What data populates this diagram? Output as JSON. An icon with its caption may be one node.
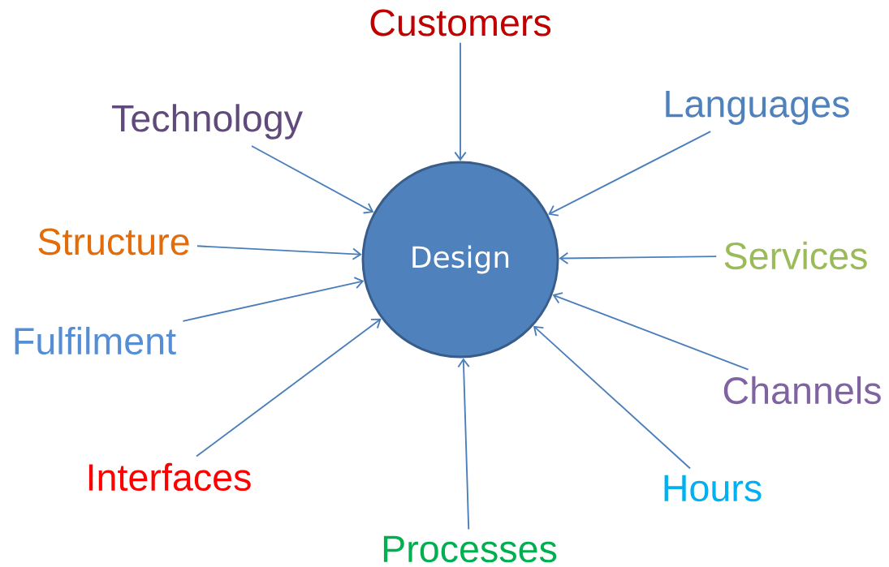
{
  "diagram": {
    "nodes": [
      {
        "text": [
          "Customers"
        ]
      },
      {
        "text": [
          "Technology"
        ]
      },
      {
        "text": [
          "Languages"
        ]
      },
      {
        "text": [
          "Structure"
        ]
      },
      {
        "text": [
          "Design"
        ]
      },
      {
        "text": [
          "Services"
        ]
      },
      {
        "text": [
          "Fulfilment"
        ]
      },
      {
        "text": [
          "Channels"
        ]
      },
      {
        "text": [
          "Interfaces"
        ]
      },
      {
        "text": [
          "Hours"
        ]
      },
      {
        "text": [
          "Processes"
        ]
      }
    ],
    "edges": [
      {
        "from": 0,
        "to": 4,
        "arrow": "to"
      },
      {
        "from": 1,
        "to": 4,
        "arrow": "to"
      },
      {
        "from": 2,
        "to": 4,
        "arrow": "to"
      },
      {
        "from": 3,
        "to": 4,
        "arrow": "to"
      },
      {
        "from": 5,
        "to": 4,
        "arrow": "to"
      },
      {
        "from": 6,
        "to": 4,
        "arrow": "to"
      },
      {
        "from": 7,
        "to": 4,
        "arrow": "to"
      },
      {
        "from": 8,
        "to": 4,
        "arrow": "to"
      },
      {
        "from": 9,
        "to": 4,
        "arrow": "to"
      },
      {
        "from": 10,
        "to": 4,
        "arrow": "to"
      }
    ]
  }
}
